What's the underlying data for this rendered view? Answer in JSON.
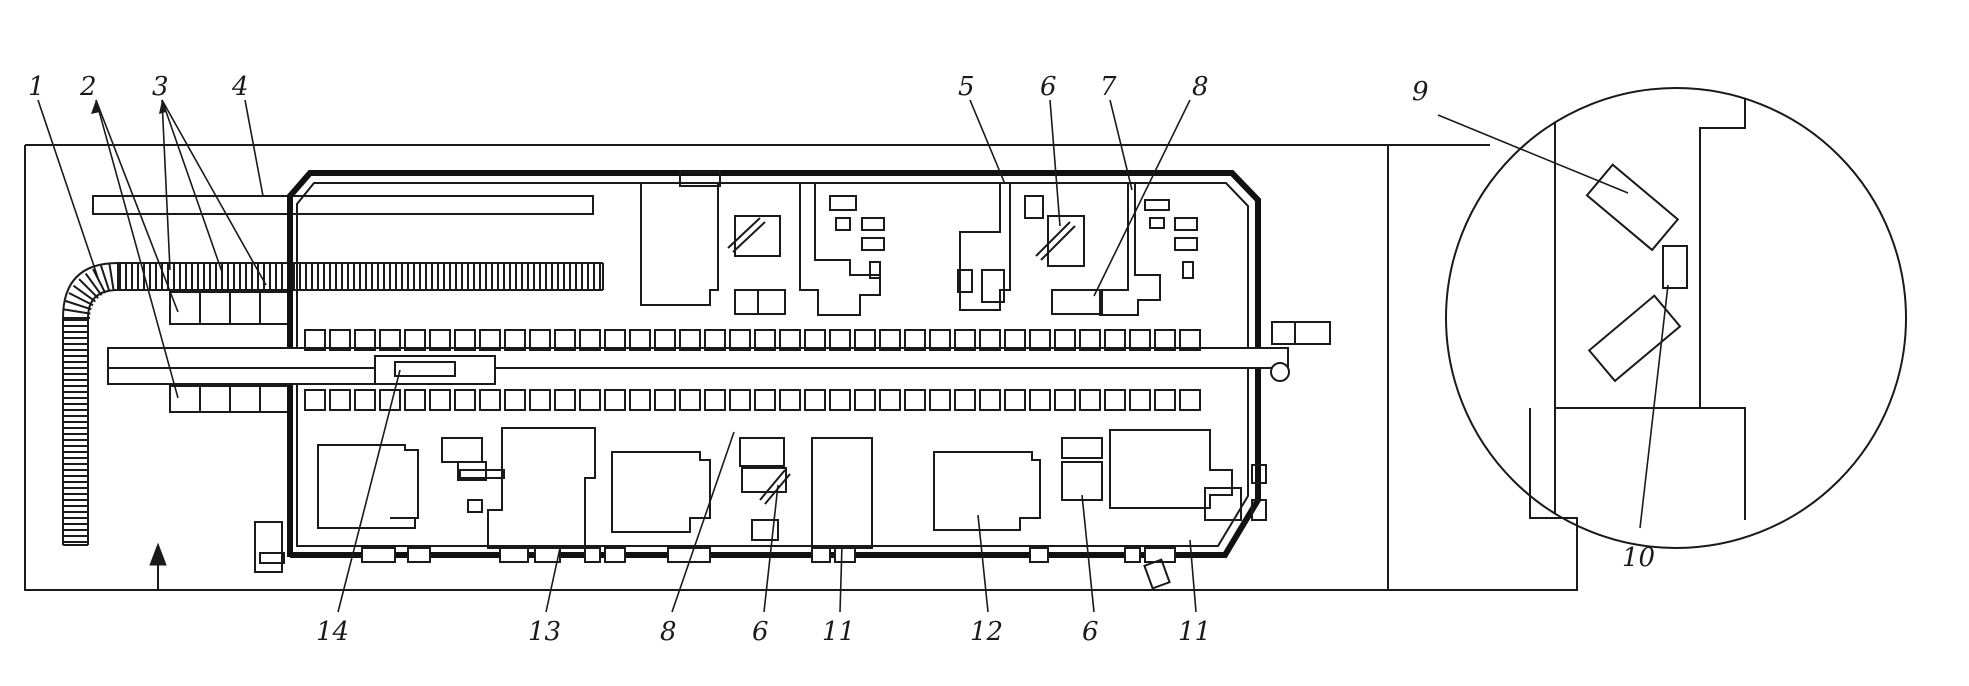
{
  "diagram": {
    "callouts": [
      {
        "id": "c1",
        "text": "1"
      },
      {
        "id": "c2",
        "text": "2"
      },
      {
        "id": "c3",
        "text": "3"
      },
      {
        "id": "c4",
        "text": "4"
      },
      {
        "id": "c5",
        "text": "5"
      },
      {
        "id": "c6a",
        "text": "6"
      },
      {
        "id": "c7",
        "text": "7"
      },
      {
        "id": "c8a",
        "text": "8"
      },
      {
        "id": "c9",
        "text": "9"
      },
      {
        "id": "c10",
        "text": "10"
      },
      {
        "id": "c14",
        "text": "14"
      },
      {
        "id": "c13",
        "text": "13"
      },
      {
        "id": "c8b",
        "text": "8"
      },
      {
        "id": "c6b",
        "text": "6"
      },
      {
        "id": "c11a",
        "text": "11"
      },
      {
        "id": "c12",
        "text": "12"
      },
      {
        "id": "c6c",
        "text": "6"
      },
      {
        "id": "c11b",
        "text": "11"
      }
    ]
  }
}
